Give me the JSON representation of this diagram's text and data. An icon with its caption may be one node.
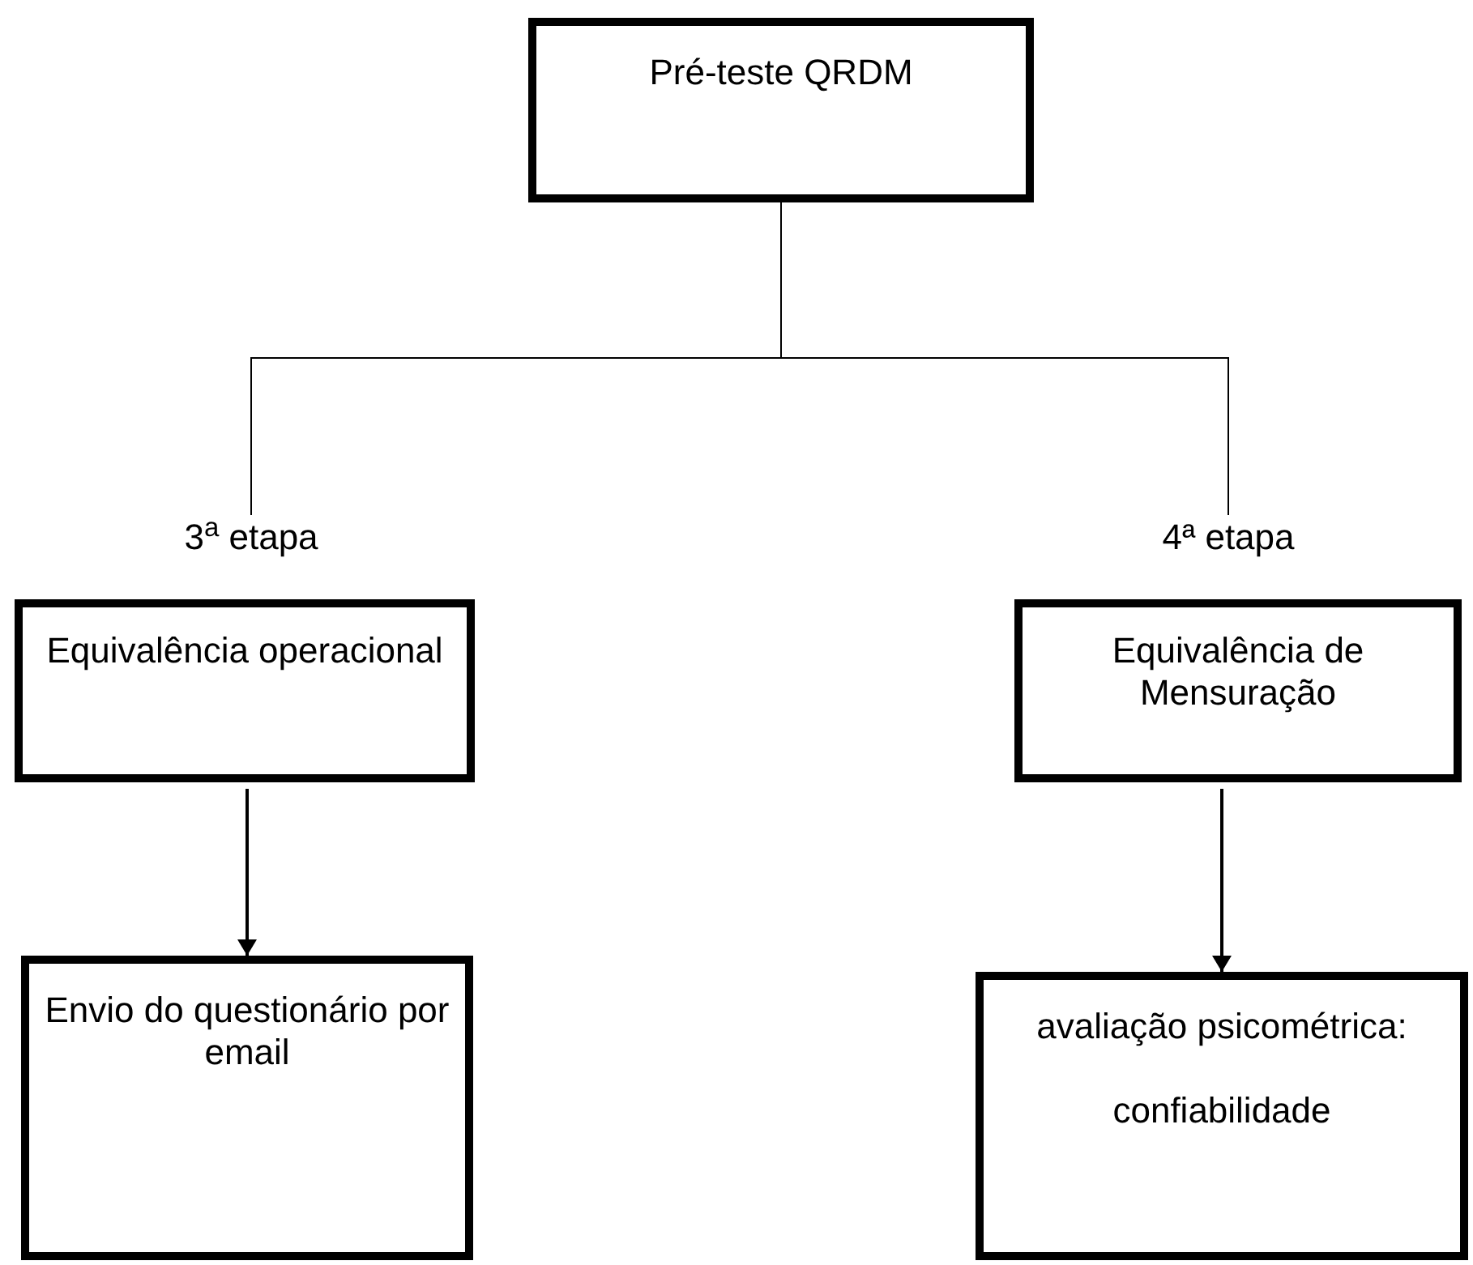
{
  "diagram": {
    "nodes": [
      {
        "text": [
          "Pré-teste QRDM"
        ]
      },
      {
        "text": [
          "3$^{a}$ etapa"
        ]
      },
      {
        "text": [
          "4ª etapa"
        ]
      },
      {
        "text": [
          "Equivalência operacional"
        ]
      },
      {
        "text": [
          "Equivalência de Mensuração"
        ]
      },
      {
        "text": [
          "Envio do questionário por email"
        ]
      },
      {
        "text": [
          "avaliação psicométrica:",
          "confiabilidade"
        ]
      }
    ],
    "edges": [
      {
        "from": 0,
        "to": 1,
        "arrow": "none"
      },
      {
        "from": 0,
        "to": 2,
        "arrow": "none"
      },
      {
        "from": 3,
        "to": 5,
        "arrow": "to"
      },
      {
        "from": 4,
        "to": 6,
        "arrow": "to"
      }
    ]
  }
}
